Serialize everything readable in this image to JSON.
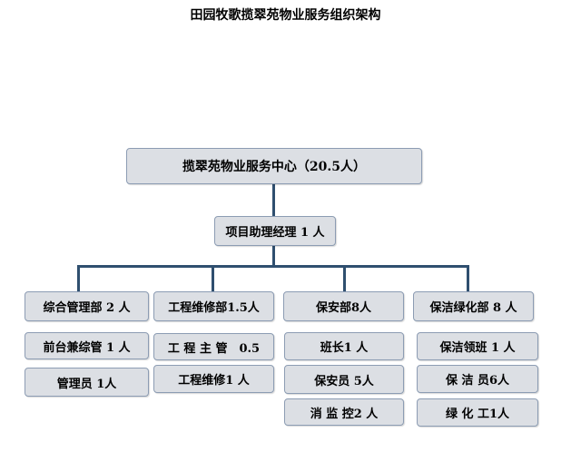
{
  "title": "田园牧歌揽翠苑物业服务组织架构",
  "root": "揽翠苑物业服务中心（20.5人）",
  "manager": "项目助理经理 1 人",
  "departments": [
    {
      "name": "综合管理部 2 人",
      "staff": [
        "前台兼综管 1 人",
        "管理员 1人"
      ]
    },
    {
      "name": "工程维修部1.5人",
      "staff": [
        "工 程 主 管　0.5",
        "工程维修1 人"
      ]
    },
    {
      "name": "保安部8人",
      "staff": [
        "班长1 人",
        "保安员 5人",
        "消 监 控2 人"
      ]
    },
    {
      "name": "保洁绿化部 8 人",
      "staff": [
        "保洁领班 1 人",
        "保 洁 员6人",
        "绿 化 工1人"
      ]
    }
  ],
  "colors": {
    "box_fill": "#dcdfe4",
    "box_border": "#8c9cb3",
    "connector": "#2f4f6f"
  }
}
